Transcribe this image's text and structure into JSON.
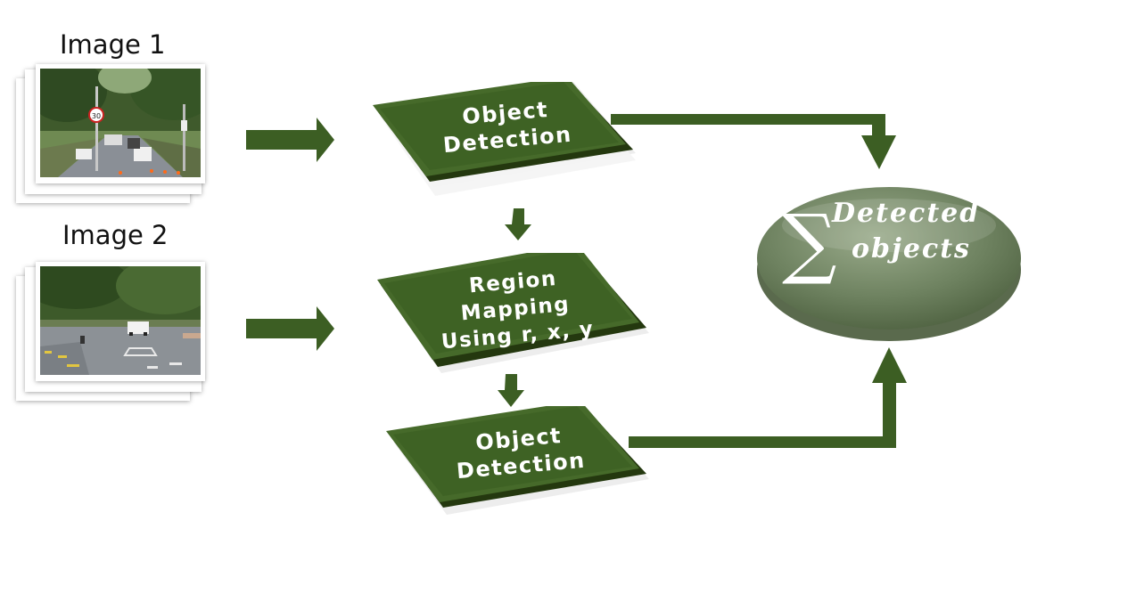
{
  "inputs": [
    {
      "label": "Image 1"
    },
    {
      "label": "Image 2"
    }
  ],
  "steps": {
    "detection_top": [
      "Object",
      "Detection"
    ],
    "region_mapping": [
      "Region",
      "Mapping",
      "Using r, x, y"
    ],
    "detection_bottom": [
      "Object",
      "Detection"
    ]
  },
  "result": {
    "symbol": "∑",
    "lines": [
      "Detected",
      "objects"
    ]
  },
  "colors": {
    "arrow": "#3c5e23",
    "block": "#466a2a",
    "block_dark": "#24380f",
    "ellipse": "#7c8f6b"
  }
}
